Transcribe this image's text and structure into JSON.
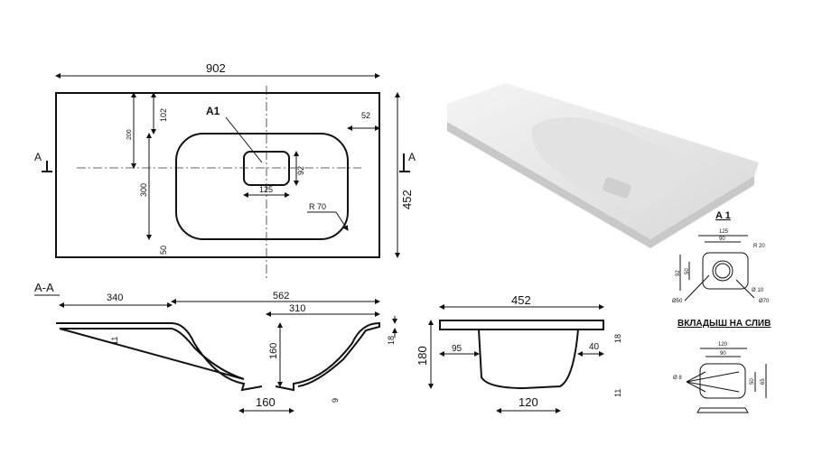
{
  "top_view": {
    "width": "902",
    "depth": "452",
    "a1_label": "A1",
    "dim_200": "200",
    "dim_102": "102",
    "dim_300": "300",
    "dim_50": "50",
    "dim_92": "92",
    "dim_125": "125",
    "dim_52": "52",
    "radius": "R 70",
    "section_mark": "A"
  },
  "section_aa": {
    "title": "A-A",
    "dim_340": "340",
    "dim_562": "562",
    "dim_310": "310",
    "dim_11": "11",
    "dim_160_v": "160",
    "dim_18": "18",
    "dim_9": "9",
    "dim_160_h": "160"
  },
  "side_view": {
    "dim_452": "452",
    "dim_180": "180",
    "dim_95": "95",
    "dim_40": "40",
    "dim_18": "18",
    "dim_11": "11",
    "dim_120": "120"
  },
  "detail_a1": {
    "title": "A 1",
    "dim_125": "125",
    "dim_90": "90",
    "radius": "R 20",
    "dim_92": "92",
    "dim_50": "50",
    "d50": "Ø50",
    "d10": "Ø 10",
    "d70": "Ø70"
  },
  "insert": {
    "title": "ВКЛАДЫШ НА СЛИВ",
    "dim_120": "120",
    "dim_90": "90",
    "d8": "Ø 8",
    "dim_50": "50",
    "dim_65": "65"
  }
}
